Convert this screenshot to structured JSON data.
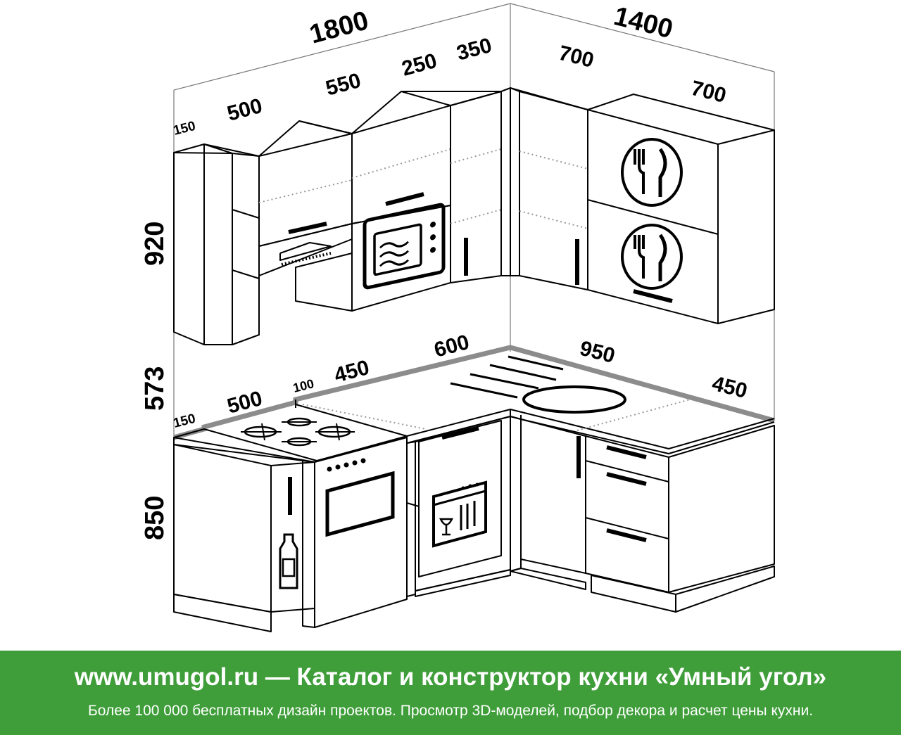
{
  "dimensions": {
    "top_total_left": "1800",
    "top_total_right": "1400",
    "upper_150": "150",
    "upper_500": "500",
    "upper_550": "550",
    "upper_250": "250",
    "upper_350": "350",
    "upper_right_700_a": "700",
    "upper_right_700_b": "700",
    "height_upper": "920",
    "height_gap": "573",
    "height_base": "850",
    "lower_150": "150",
    "lower_500": "500",
    "lower_100": "100",
    "lower_450": "450",
    "lower_600": "600",
    "lower_950": "950",
    "lower_right_450": "450"
  },
  "banner": {
    "title": "www.umugol.ru — Каталог и конструктор кухни «Умный угол»",
    "subtitle": "Более 100 000 бесплатных дизайн проектов. Просмотр 3D-моделей, подбор декора и расчет цены кухни."
  },
  "colors": {
    "banner_bg": "#3f9e3a",
    "line": "#000000",
    "countertop_edge": "#8c8c8c"
  }
}
